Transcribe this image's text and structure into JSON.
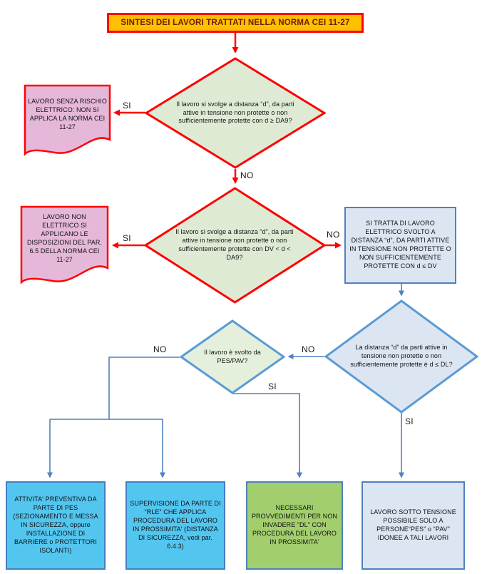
{
  "title": "SINTESI DEI LAVORI TRATTATI NELLA NORMA CEI 11-27",
  "nodes": {
    "decision_da9": {
      "text": "Il lavoro si svolge a distanza “d”, da parti attive in tensione non protette o non sufficientemente protette con d ≥ DA9?"
    },
    "doc_no_electrical_risk": {
      "text": "LAVORO SENZA RISCHIO ELETTRICO: NON SI APPLICA LA NORMA CEI 11-27"
    },
    "decision_dv_da9": {
      "text": "Il lavoro si svolge a distanza “d”, da parti attive in tensione non protette o non sufficientemente protette con DV < d < DA9?"
    },
    "doc_non_electrical_work": {
      "text": "LAVORO NON ELETTRICO SI APPLICANO LE DISPOSIZIONI DEL PAR. 6.5 DELLA NORMA CEI 11-27"
    },
    "electrical_work_box": {
      "text": "SI TRATTA DI LAVORO ELETTRICO SVOLTO A DISTANZA “d”, DA PARTI ATTIVE IN TENSIONE NON PROTETTE O NON SUFFICIENTEMENTE PROTETTE CON d ≤ DV"
    },
    "decision_dl": {
      "text": "La distanza “d” da parti attive in tensione non protette o non sufficientemente protette è d ≤ DL?"
    },
    "decision_pes_pav": {
      "text": "Il lavoro è svolto da PES/PAV?"
    },
    "preventive_activity_box": {
      "text": "ATTIVITA' PREVENTIVA DA PARTE DI PES (SEZIONAMENTO E MESSA IN SICUREZZA, oppure INSTALLAZIONE DI BARRIERE o PROTETTORI ISOLANTI)"
    },
    "supervision_box": {
      "text": "SUPERVISIONE DA PARTE DI “RLE” CHE APPLICA PROCEDURA DEL LAVORO IN PROSSIMITA' (DISTANZA DI SICUREZZA, vedi par. 6.4.3)"
    },
    "provisions_box": {
      "text": "NECESSARI PROVVEDIMENTI PER NON INVADERE “DL” CON PROCEDURA DEL LAVORO IN PROSSIMITA'"
    },
    "live_work_box": {
      "text": "LAVORO SOTTO TENSIONE POSSIBILE SOLO A PERSONE“PES” o “PAV” IDONEE A TALI LAVORI"
    }
  },
  "labels": {
    "d1_si": "SI",
    "d1_no": "NO",
    "d2_si": "SI",
    "d2_no": "NO",
    "dl_no": "NO",
    "dl_si": "SI",
    "pes_no": "NO",
    "pes_si": "SI"
  },
  "colors": {
    "title_fill": "#FFC000",
    "title_text": "#6E2000",
    "red_line": "#FF0000",
    "green_fill": "#DFEAD5",
    "pes_green_fill": "#E4F0DB",
    "pink_fill": "#E5B8D9",
    "blue_fill": "#DCE6F2",
    "blue_line": "#4F81BD",
    "blue_border": "#5B9BD5",
    "cyan_fill": "#53C6F0",
    "green_box_fill": "#A3CE6E"
  }
}
